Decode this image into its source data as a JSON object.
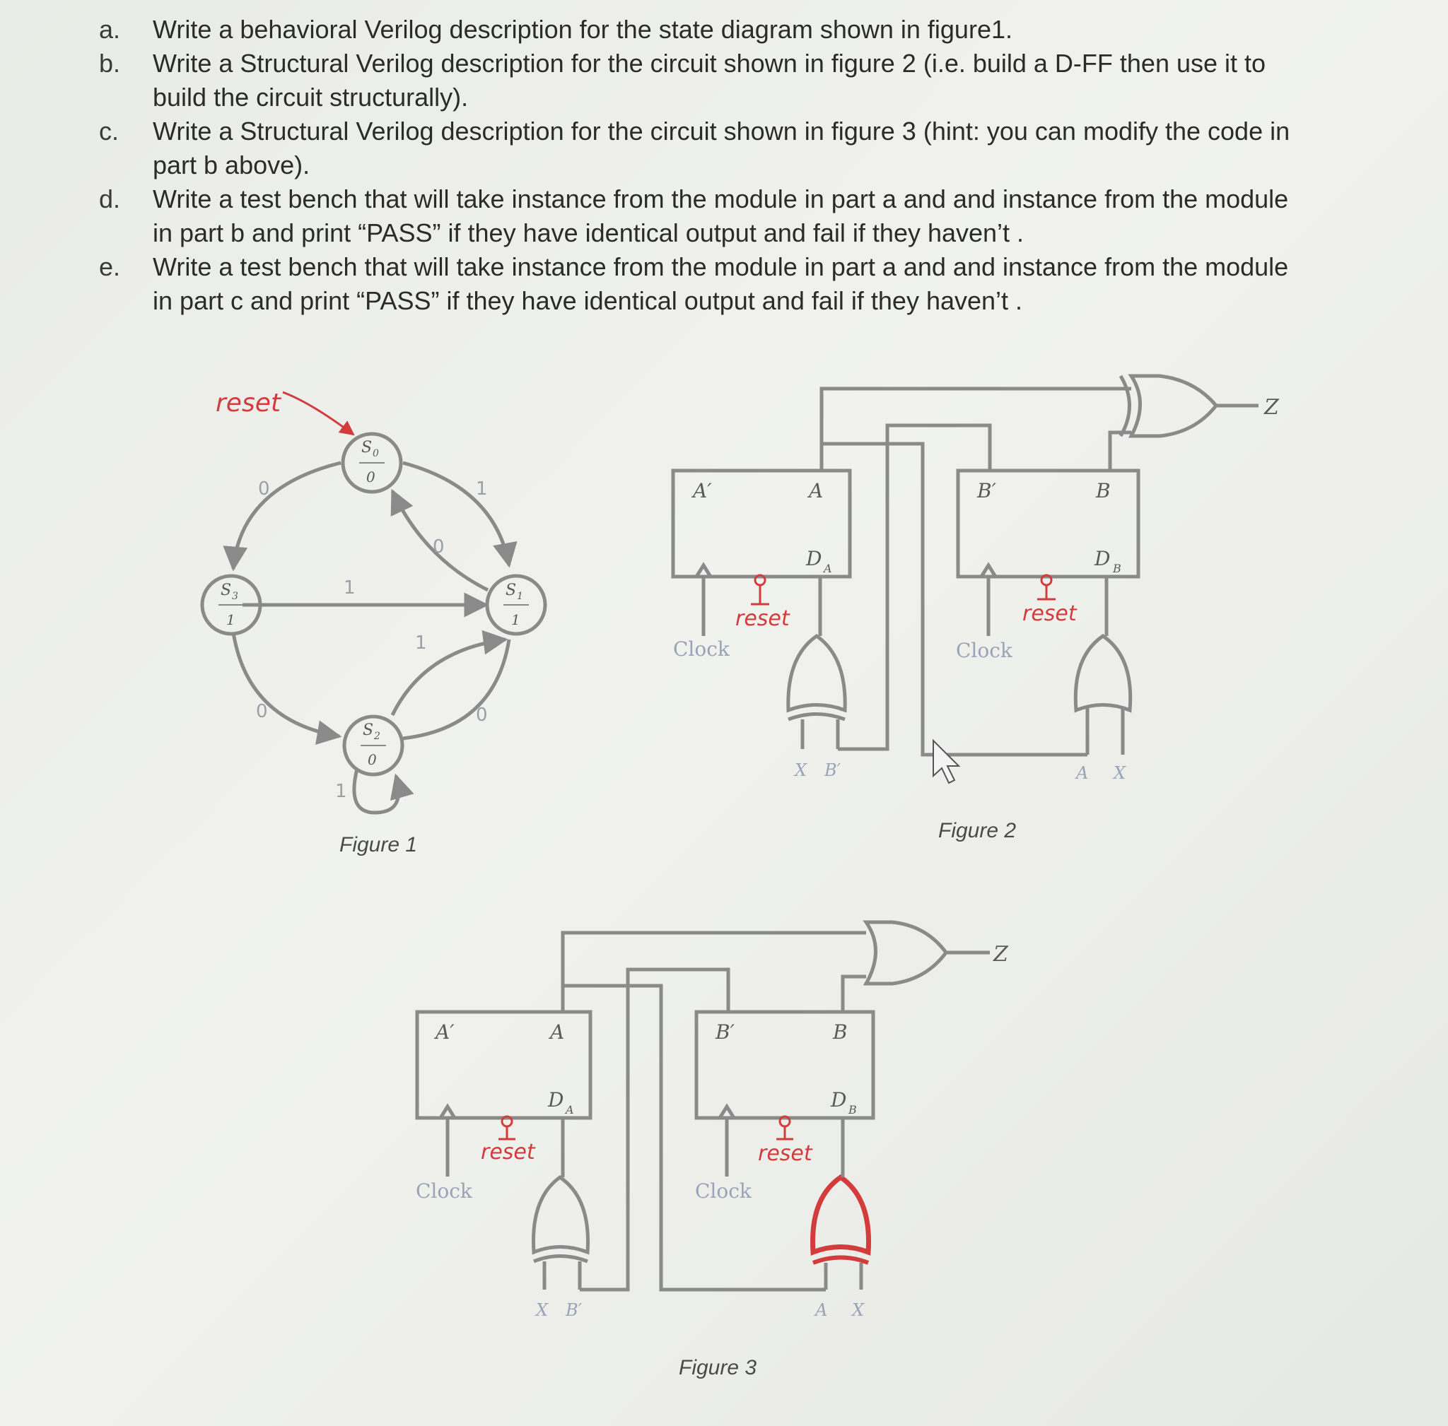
{
  "questions": [
    {
      "letter": "a.",
      "text": "Write a behavioral Verilog description for the state diagram shown in figure1."
    },
    {
      "letter": "b.",
      "text": "Write a Structural Verilog description for the circuit shown in figure 2 (i.e. build a D-FF then use it to build the circuit structurally)."
    },
    {
      "letter": "c.",
      "text": "Write a Structural Verilog description for the circuit shown in figure 3 (hint: you can modify the code in part b above)."
    },
    {
      "letter": "d.",
      "text": "Write a test bench that will take instance from the module in part a and and instance from the module in part b and print “PASS” if they have identical output and fail if they haven’t ."
    },
    {
      "letter": "e.",
      "text": "Write a test bench that will take instance from the module in part a and and instance from the module in part c and print “PASS” if they have identical output and fail if they haven’t ."
    }
  ],
  "figure1": {
    "caption": "Figure 1",
    "reset_label": "reset",
    "states": {
      "s0": {
        "name": "S",
        "sub": "0",
        "out": "0"
      },
      "s1": {
        "name": "S",
        "sub": "1",
        "out": "1"
      },
      "s2": {
        "name": "S",
        "sub": "2",
        "out": "0"
      },
      "s3": {
        "name": "S",
        "sub": "3",
        "out": "1"
      }
    },
    "edges": {
      "s0_s3": "0",
      "s0_s1": "1",
      "s1_s0": "0",
      "s3_s1": "1",
      "s2_s1": "1",
      "s3_s2": "0",
      "s1_s2": "0",
      "s2_self": "1"
    }
  },
  "figure2": {
    "caption": "Figure 2",
    "ffA": {
      "q_bar": "A′",
      "q": "A",
      "d": "D",
      "d_sub": "A"
    },
    "ffB": {
      "q_bar": "B′",
      "q": "B",
      "d": "D",
      "d_sub": "B"
    },
    "clock": "Clock",
    "reset": "reset",
    "inputs_a": [
      "X",
      "B′"
    ],
    "inputs_b": [
      "A",
      "X"
    ],
    "output": "Z"
  },
  "figure3": {
    "caption": "Figure 3",
    "ffA": {
      "q_bar": "A′",
      "q": "A",
      "d": "D",
      "d_sub": "A"
    },
    "ffB": {
      "q_bar": "B′",
      "q": "B",
      "d": "D",
      "d_sub": "B"
    },
    "clock": "Clock",
    "reset_a": "reset",
    "reset_b": "reset",
    "inputs_a": [
      "X",
      "B′"
    ],
    "inputs_b": [
      "A",
      "X"
    ],
    "output": "Z"
  }
}
